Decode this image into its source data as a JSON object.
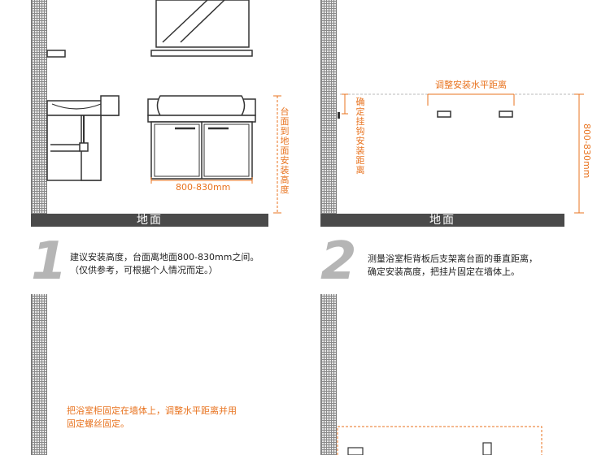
{
  "panel1": {
    "floor_label": "地面",
    "width_dim": "800-830mm",
    "vertical_label": "台面到地面安装高度"
  },
  "panel2": {
    "floor_label": "地面",
    "horizontal_label": "调整安装水平距离",
    "vertical_label_left": "确定挂钩安装距离",
    "vertical_label_right": "800-830mm"
  },
  "step1": {
    "number": "1",
    "line1": "建议安装高度，台面离地面800-830mm之间。",
    "line2": "（仅供参考，可根据个人情况而定。）"
  },
  "step2": {
    "number": "2",
    "line1": "测量浴室柜背板后支架离台面的垂直距离，",
    "line2": "确定安装高度，把挂片固定在墙体上。"
  },
  "step3": {
    "line1": "把浴室柜固定在墙体上，调整水平距离并用",
    "line2": "固定螺丝固定。"
  },
  "colors": {
    "accent": "#e8731f",
    "floor": "#4a4a4a",
    "line": "#333333"
  }
}
